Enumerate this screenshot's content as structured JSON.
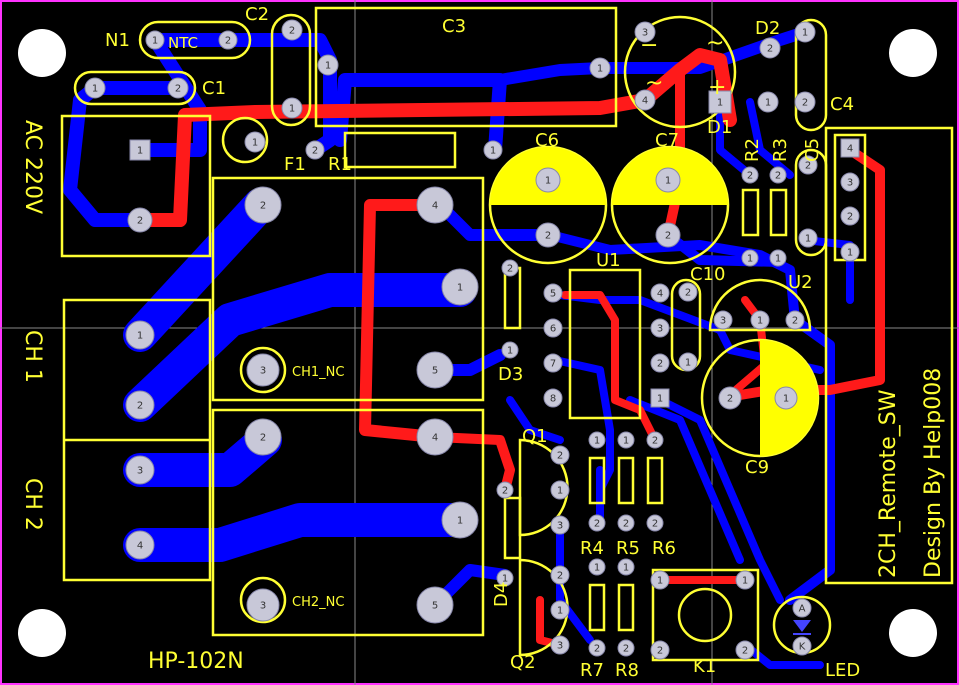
{
  "colors": {
    "background": "#000000",
    "silkscreen": "#ffff33",
    "top_copper": "#ff1a1a",
    "bottom_copper": "#0000ff",
    "pad": "#c8c8d8",
    "board_edge": "#ff33ff"
  },
  "components": {
    "n1": "N1",
    "ntc": "NTC",
    "c1": "C1",
    "c2": "C2",
    "c3": "C3",
    "c4": "C4",
    "c5": "C5",
    "c6": "C6",
    "c7": "C7",
    "c9": "C9",
    "c10": "C10",
    "d1": "D1",
    "d2": "D2",
    "d3": "D3",
    "d4": "D4",
    "f1": "F1",
    "r1": "R1",
    "r2": "R2",
    "r3": "R3",
    "r4": "R4",
    "r5": "R5",
    "r6": "R6",
    "r7": "R7",
    "r8": "R8",
    "u1": "U1",
    "u2": "U2",
    "q1": "Q1",
    "q2": "Q2",
    "k1": "K1",
    "led": "LED",
    "relay": "HP-102N"
  },
  "connectors": {
    "ac": "AC 220V",
    "ch1": "CH 1",
    "ch2": "CH 2"
  },
  "relay_labels": {
    "ch1_nc": "CH1_NC",
    "ch2_nc": "CH2_NC"
  },
  "polarity": {
    "plus": "+",
    "minus": "−",
    "tilde": "~",
    "anode": "A",
    "cathode": "K"
  },
  "pad_numbers": {
    "one": "1",
    "two": "2",
    "three": "3",
    "four": "4",
    "five": "5",
    "six": "6",
    "seven": "7",
    "eight": "8"
  },
  "board_title": {
    "line1": "2CH_Remote_SW",
    "line2": "Design By Help008"
  }
}
